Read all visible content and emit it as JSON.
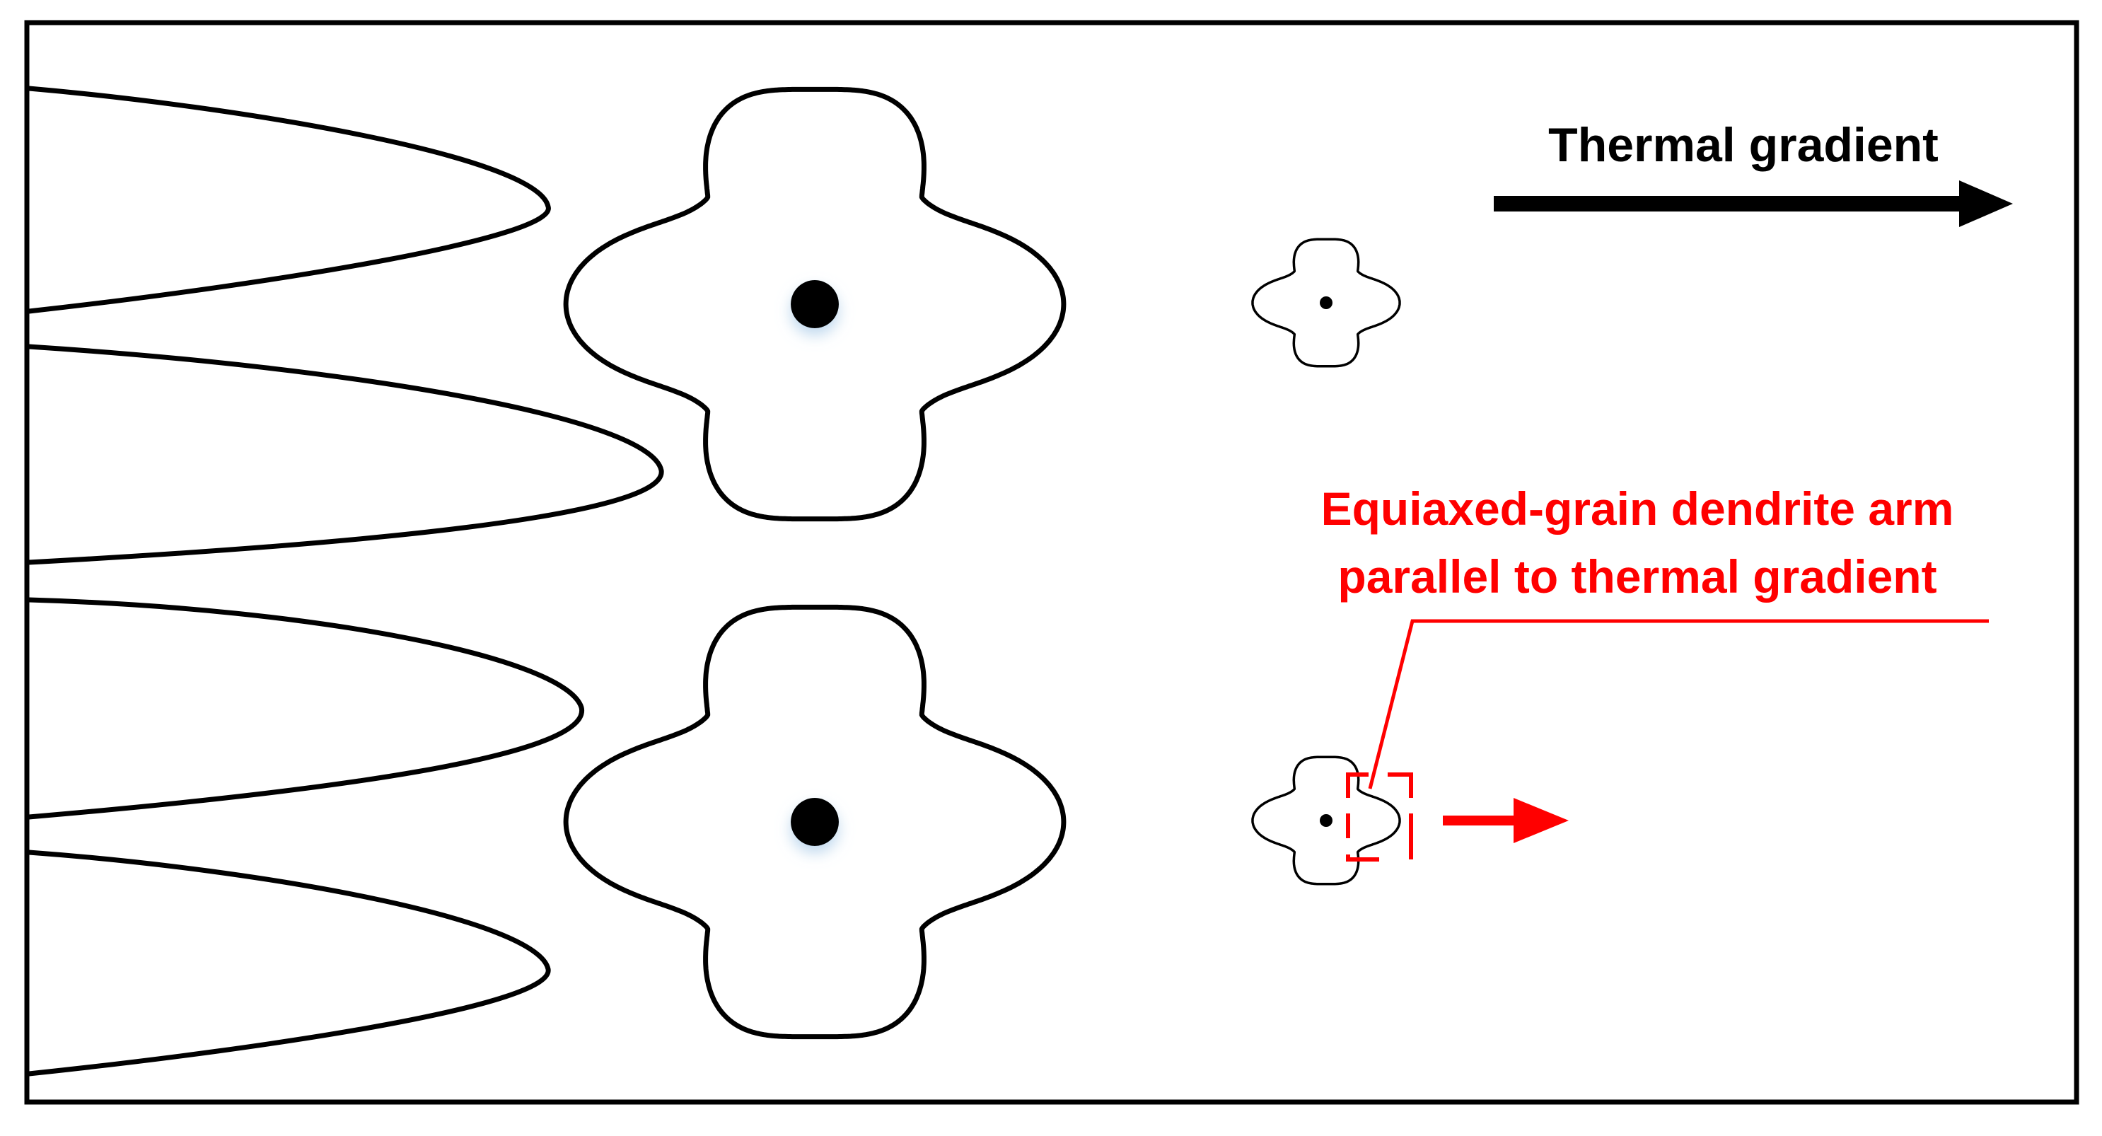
{
  "labels": {
    "thermal_gradient": "Thermal gradient",
    "annotation_line1": "Equiaxed-grain dendrite arm",
    "annotation_line2": "parallel to thermal gradient"
  },
  "colors": {
    "outline": "#000000",
    "annotation": "#ff0000",
    "background": "#ffffff",
    "nucleus_glow": "#b8d4ec"
  },
  "icons": {
    "gradient_arrow": "arrow-right-icon",
    "growth_arrow": "red-arrow-right-icon"
  }
}
